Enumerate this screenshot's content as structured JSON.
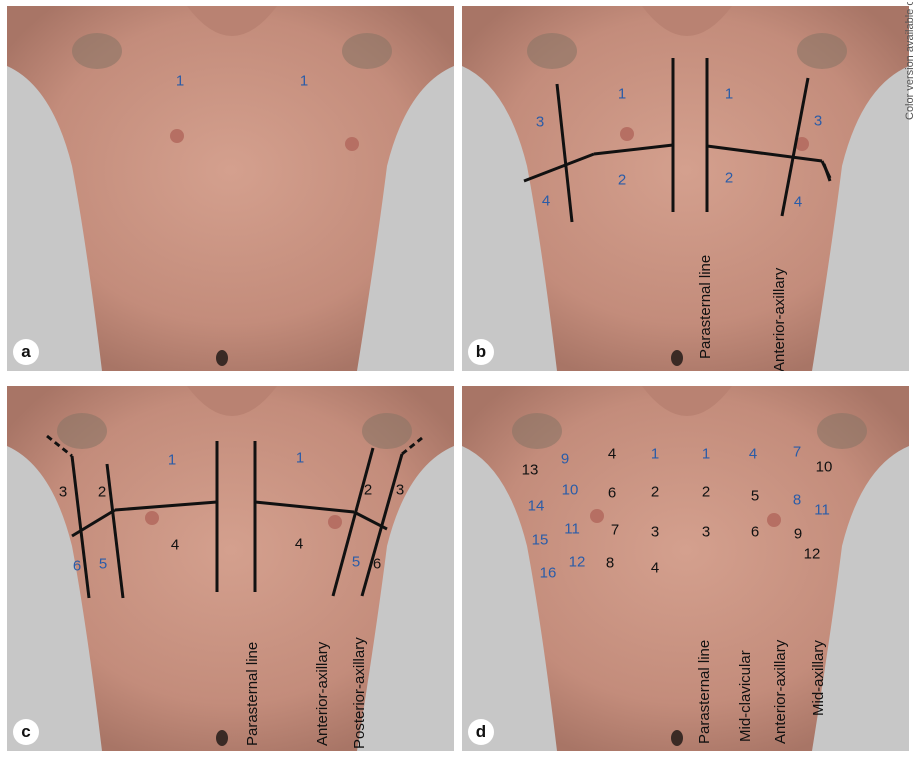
{
  "figure": {
    "side_note": "Color version available online",
    "panels": [
      {
        "badge": "a",
        "zones": [
          {
            "text": "1",
            "color": "blue"
          },
          {
            "text": "1",
            "color": "blue"
          }
        ],
        "line_labels": []
      },
      {
        "badge": "b",
        "zones": [
          {
            "text": "1",
            "color": "blue"
          },
          {
            "text": "1",
            "color": "blue"
          },
          {
            "text": "2",
            "color": "blue"
          },
          {
            "text": "2",
            "color": "blue"
          },
          {
            "text": "3",
            "color": "blue"
          },
          {
            "text": "3",
            "color": "blue"
          },
          {
            "text": "4",
            "color": "blue"
          },
          {
            "text": "4",
            "color": "blue"
          }
        ],
        "line_labels": [
          "Parasternal line",
          "Anterior-axillary"
        ]
      },
      {
        "badge": "c",
        "zones": [
          {
            "text": "1",
            "color": "blue"
          },
          {
            "text": "1",
            "color": "blue"
          },
          {
            "text": "2",
            "color": "black"
          },
          {
            "text": "2",
            "color": "black"
          },
          {
            "text": "3",
            "color": "black"
          },
          {
            "text": "3",
            "color": "black"
          },
          {
            "text": "4",
            "color": "black"
          },
          {
            "text": "4",
            "color": "black"
          },
          {
            "text": "5",
            "color": "blue"
          },
          {
            "text": "5",
            "color": "blue"
          },
          {
            "text": "6",
            "color": "blue"
          },
          {
            "text": "6",
            "color": "black"
          }
        ],
        "line_labels": [
          "Parasternal line",
          "Anterior-axillary",
          "Posterior-axillary"
        ]
      },
      {
        "badge": "d",
        "zones": [
          {
            "text": "1",
            "color": "blue"
          },
          {
            "text": "1",
            "color": "blue"
          },
          {
            "text": "2",
            "color": "black"
          },
          {
            "text": "2",
            "color": "black"
          },
          {
            "text": "3",
            "color": "black"
          },
          {
            "text": "3",
            "color": "black"
          },
          {
            "text": "4",
            "color": "black"
          },
          {
            "text": "4",
            "color": "blue"
          },
          {
            "text": "4",
            "color": "black"
          },
          {
            "text": "5",
            "color": "black"
          },
          {
            "text": "6",
            "color": "black"
          },
          {
            "text": "6",
            "color": "black"
          },
          {
            "text": "7",
            "color": "black"
          },
          {
            "text": "7",
            "color": "blue"
          },
          {
            "text": "8",
            "color": "black"
          },
          {
            "text": "8",
            "color": "blue"
          },
          {
            "text": "9",
            "color": "blue"
          },
          {
            "text": "9",
            "color": "black"
          },
          {
            "text": "10",
            "color": "blue"
          },
          {
            "text": "10",
            "color": "black"
          },
          {
            "text": "11",
            "color": "blue"
          },
          {
            "text": "11",
            "color": "blue"
          },
          {
            "text": "12",
            "color": "blue"
          },
          {
            "text": "12",
            "color": "black"
          },
          {
            "text": "13",
            "color": "black"
          },
          {
            "text": "14",
            "color": "blue"
          },
          {
            "text": "15",
            "color": "blue"
          },
          {
            "text": "16",
            "color": "blue"
          }
        ],
        "line_labels": [
          "Parasternal line",
          "Mid-clavicular",
          "Anterior-axillary",
          "Mid-axillary"
        ]
      }
    ]
  }
}
